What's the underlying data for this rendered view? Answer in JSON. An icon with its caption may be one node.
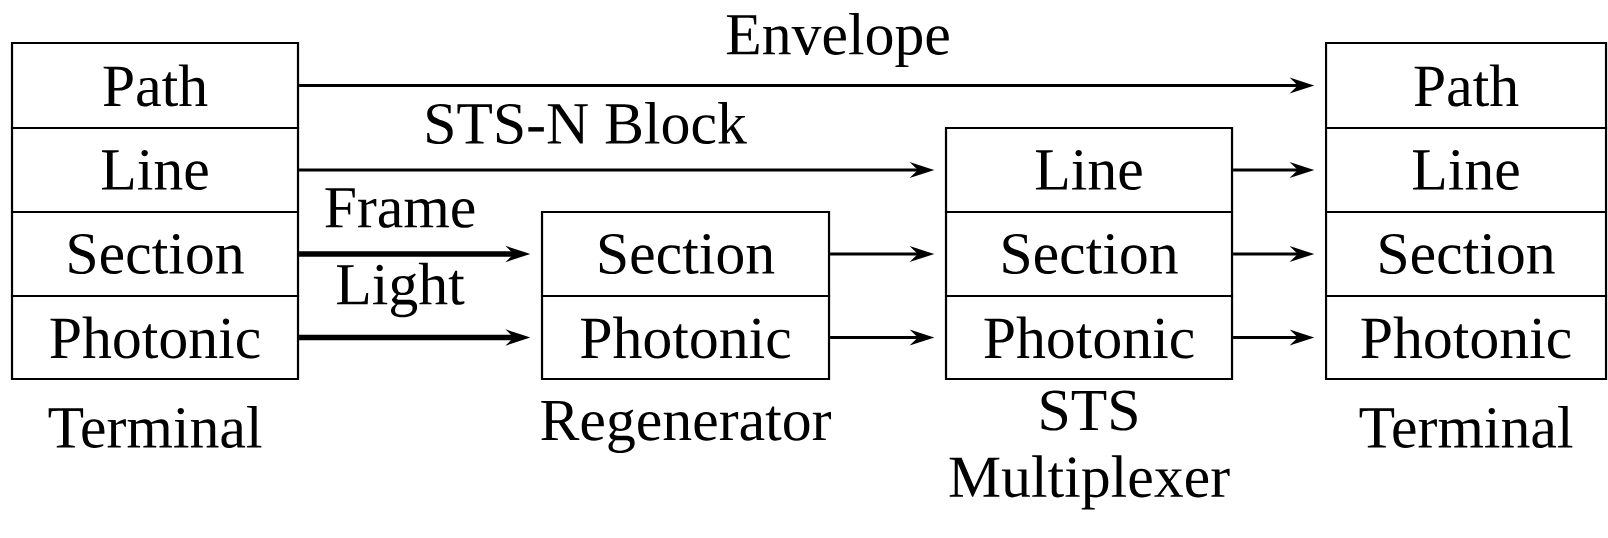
{
  "diagram": {
    "nodes": [
      {
        "text": [
          "Terminal"
        ]
      },
      {
        "text": [
          "Path"
        ],
        "in": 0
      },
      {
        "text": [
          "Line"
        ],
        "in": 0
      },
      {
        "text": [
          "Section"
        ],
        "in": 0
      },
      {
        "text": [
          "Photonic"
        ],
        "in": 0
      },
      {
        "text": [
          "Regenerator"
        ]
      },
      {
        "text": [
          "Section"
        ],
        "in": 5
      },
      {
        "text": [
          "Photonic"
        ],
        "in": 5
      },
      {
        "text": [
          "STS Multiplexer"
        ]
      },
      {
        "text": [
          "Line"
        ],
        "in": 8
      },
      {
        "text": [
          "Section"
        ],
        "in": 8
      },
      {
        "text": [
          "Photonic"
        ],
        "in": 8
      },
      {
        "text": [
          "Terminal"
        ]
      },
      {
        "text": [
          "Path"
        ],
        "in": 12
      },
      {
        "text": [
          "Line"
        ],
        "in": 12
      },
      {
        "text": [
          "Section"
        ],
        "in": 12
      },
      {
        "text": [
          "Photonic"
        ],
        "in": 12
      }
    ],
    "edges": [
      {
        "from": 1,
        "to": 13,
        "arrow": "to",
        "label": "Envelope"
      },
      {
        "from": 2,
        "to": 9,
        "arrow": "to",
        "label": "STS-N Block"
      },
      {
        "from": 3,
        "to": 6,
        "arrow": "to",
        "label": "Frame",
        "style": "thick"
      },
      {
        "from": 4,
        "to": 7,
        "arrow": "to",
        "label": "Light",
        "style": "thick"
      },
      {
        "from": 6,
        "to": 10,
        "arrow": "to"
      },
      {
        "from": 7,
        "to": 11,
        "arrow": "to"
      },
      {
        "from": 9,
        "to": 14,
        "arrow": "to"
      },
      {
        "from": 10,
        "to": 15,
        "arrow": "to"
      },
      {
        "from": 11,
        "to": 16,
        "arrow": "to"
      }
    ]
  }
}
